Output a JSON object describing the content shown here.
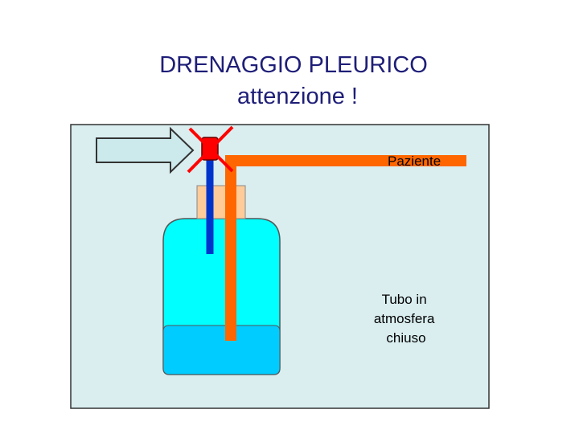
{
  "title": {
    "line1": "DRENAGGIO PLEURICO",
    "line2": "attenzione !"
  },
  "labels": {
    "patient": "Paziente",
    "tube_status": [
      "Tubo in",
      "atmosfera",
      "chiuso"
    ]
  },
  "colors": {
    "title_text": "#1e1e78",
    "panel_background": "#daeef0",
    "bottle_body": "#00ffff",
    "bottle_liquid": "#00ccff",
    "cork": "#ffcc99",
    "patient_tube": "#ff6600",
    "air_tube": "#0033cc",
    "clamp": "#ff0000",
    "cross": "#ff0000",
    "arrow_fill": "#cce9ec"
  },
  "icons": {
    "arrow": "right-arrow-icon",
    "clamp_cross": "cross-icon"
  }
}
